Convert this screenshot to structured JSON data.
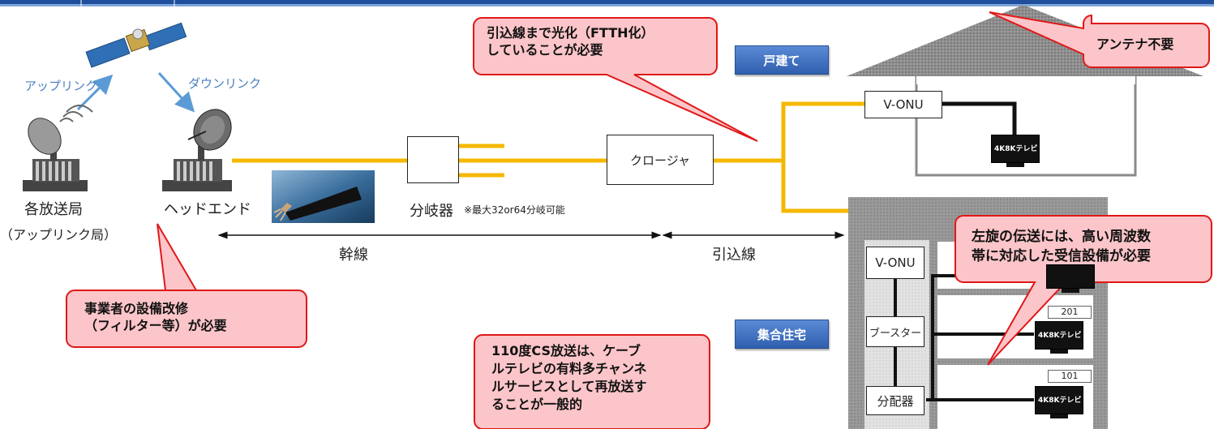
{
  "labels": {
    "uplink": "アップリンク",
    "downlink": "ダウンリンク",
    "broadcaster": "各放送局",
    "broadcaster_sub": "（アップリンク局）",
    "headend": "ヘッドエンド",
    "splitter": "分岐器",
    "splitter_note": "※最大32or64分岐可能",
    "closure": "クロージャ",
    "trunk": "幹線",
    "dropline": "引込線",
    "vonu_house": "V-ONU",
    "vonu_apt": "V-ONU",
    "booster": "ブースター",
    "distributor": "分配器",
    "room_201": "201",
    "room_101": "101",
    "tv_label": "4K8Kテレビ"
  },
  "tags": {
    "detached": "戸建て",
    "apartment": "集合住宅"
  },
  "callouts": {
    "ftth": [
      "引込線まで光化（FTTH化）",
      "していることが必要"
    ],
    "antenna": [
      "アンテナ不要"
    ],
    "operator": [
      "事業者の設備改修",
      "（フィルター等）が必要"
    ],
    "left_rotation": [
      "左旋の伝送には、高い周波数",
      "帯に対応した受信設備が必要"
    ],
    "cs110": [
      "110度CS放送は、ケーブ",
      "ルテレビの有料多チャンネ",
      "ルサービスとして再放送す",
      "ることが一般的"
    ]
  },
  "colors": {
    "fiber": "#f5b800",
    "coax": "#111111",
    "callout_fill": "#fbc5c9",
    "callout_border": "#e01818",
    "label_blue": "#4a7fc1",
    "tag_blue": "#3b6cbd",
    "top_bar": "#1f4e9c"
  }
}
